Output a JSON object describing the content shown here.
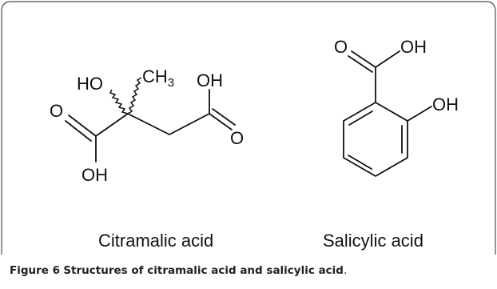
{
  "figure": {
    "label": "Figure 6",
    "caption": "Structures of citramalic acid and salicylic acid",
    "caption_end": "."
  },
  "citramalic": {
    "name": "Citramalic acid",
    "atoms": {
      "ho": "HO",
      "ch": "CH",
      "sub3": "3",
      "oh_top": "OH",
      "o_left": "O",
      "o_right": "O",
      "oh_bottom": "OH"
    }
  },
  "salicylic": {
    "name": "Salicylic acid",
    "atoms": {
      "o_carbonyl": "O",
      "oh_acid": "OH",
      "oh_phenol": "OH"
    }
  },
  "colors": {
    "frame": "#666666",
    "ink": "#111111"
  }
}
